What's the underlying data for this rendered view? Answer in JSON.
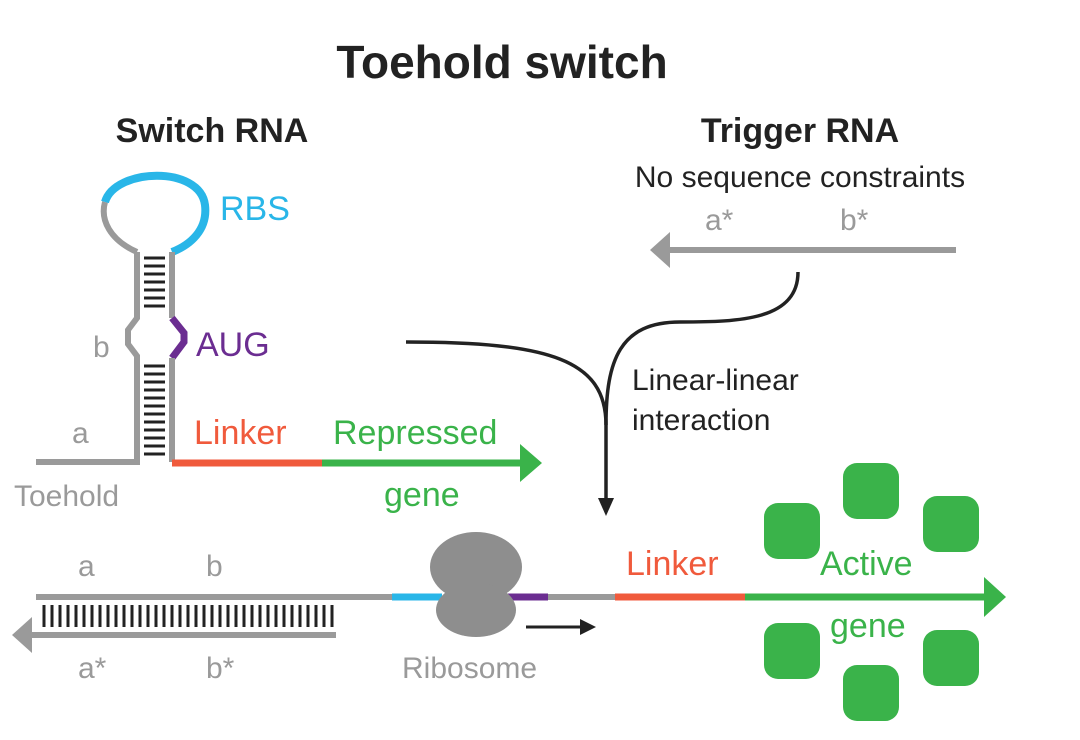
{
  "title": "Toehold switch",
  "switch_rna": {
    "heading": "Switch RNA",
    "rbs": "RBS",
    "aug": "AUG",
    "domain_a": "a",
    "domain_b": "b",
    "toehold": "Toehold",
    "linker": "Linker",
    "repressed_gene_line1": "Repressed",
    "repressed_gene_line2": "gene"
  },
  "trigger_rna": {
    "heading": "Trigger RNA",
    "subtitle": "No sequence constraints",
    "domain_a_star": "a*",
    "domain_b_star": "b*"
  },
  "interaction": {
    "line1": "Linear-linear",
    "line2": "interaction"
  },
  "complex": {
    "domain_a": "a",
    "domain_b": "b",
    "domain_a_star": "a*",
    "domain_b_star": "b*",
    "ribosome": "Ribosome",
    "linker": "Linker",
    "active_gene_line1": "Active",
    "active_gene_line2": "gene"
  },
  "colors": {
    "strand": "#9a9a9a",
    "rbs": "#29b6e8",
    "aug": "#6b2d91",
    "linker": "#f05a3c",
    "gene": "#3ab34a",
    "ribosome": "#8e8e8e",
    "arrow": "#222222"
  }
}
